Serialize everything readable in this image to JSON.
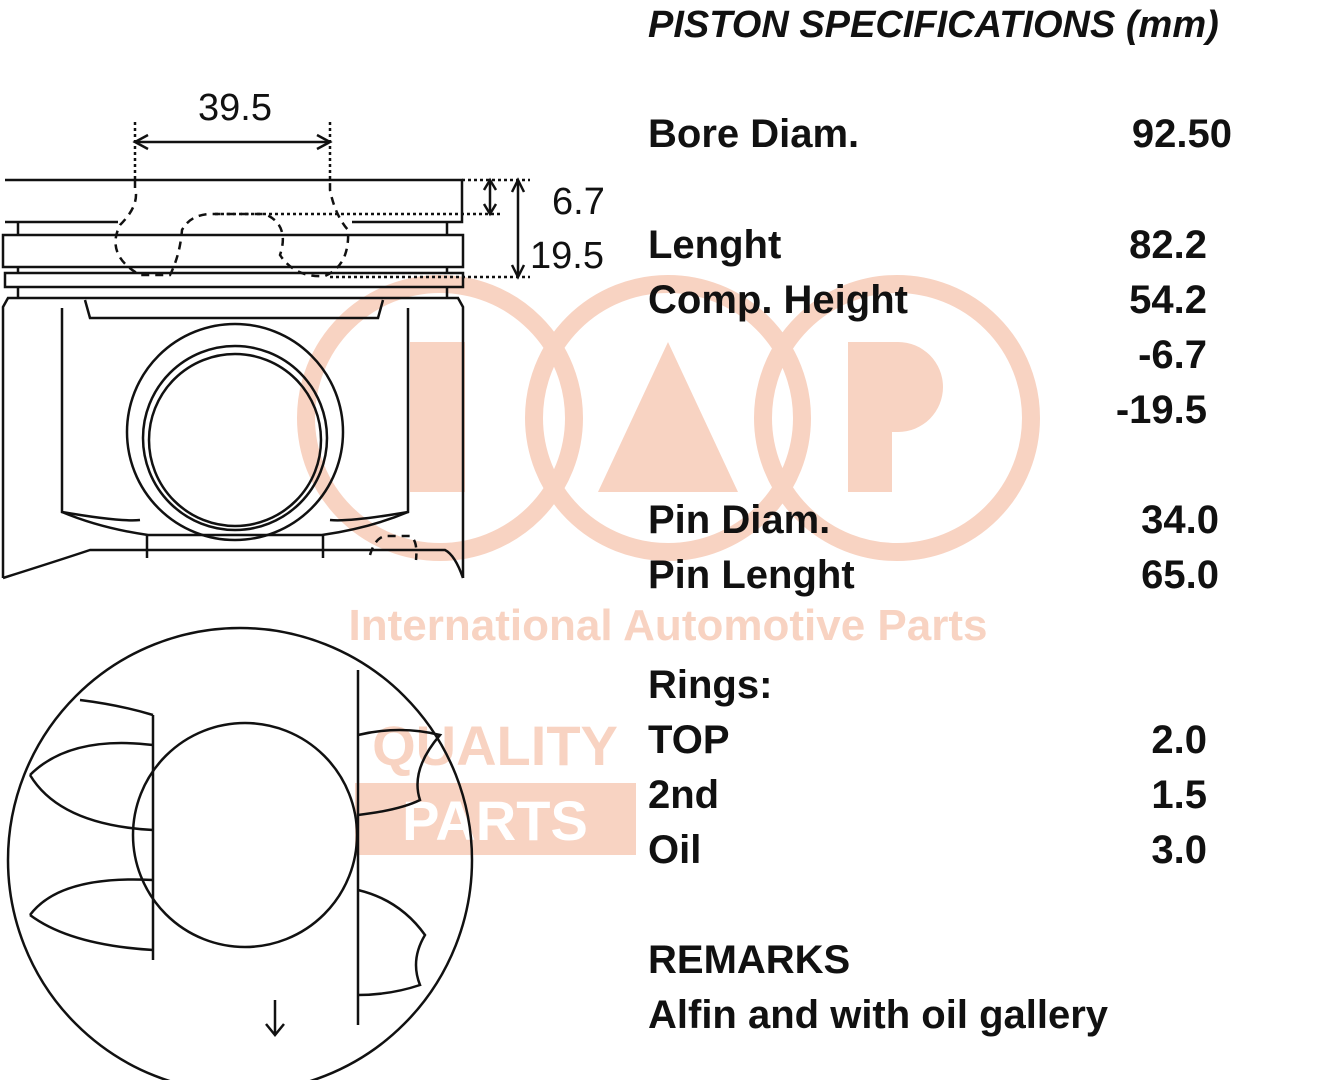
{
  "title": "PISTON SPECIFICATIONS (mm)",
  "drawing": {
    "dim_width": "39.5",
    "dim_first_ring": "6.7",
    "dim_ring_zone": "19.5"
  },
  "specs": [
    {
      "label": "Bore Diam.",
      "value": "92.50"
    },
    {
      "label": "Lenght",
      "value": "82.2"
    },
    {
      "label": "Comp. Height",
      "value": "54.2"
    },
    {
      "label": "",
      "value": "-6.7"
    },
    {
      "label": "",
      "value": "-19.5"
    },
    {
      "label": "Pin Diam.",
      "value": "34.0"
    },
    {
      "label": "Pin Lenght",
      "value": "65.0"
    }
  ],
  "rings": {
    "heading": "Rings:",
    "items": [
      {
        "label": "TOP",
        "value": "2.0"
      },
      {
        "label": "2nd",
        "value": "1.5"
      },
      {
        "label": "Oil",
        "value": "3.0"
      }
    ]
  },
  "remarks": {
    "heading": "REMARKS",
    "text": "Alfin and with oil gallery"
  },
  "watermark": {
    "tagline": "International Automotive Parts",
    "quality": "QUALITY",
    "parts": "PARTS",
    "color": "#f8d3c2"
  }
}
